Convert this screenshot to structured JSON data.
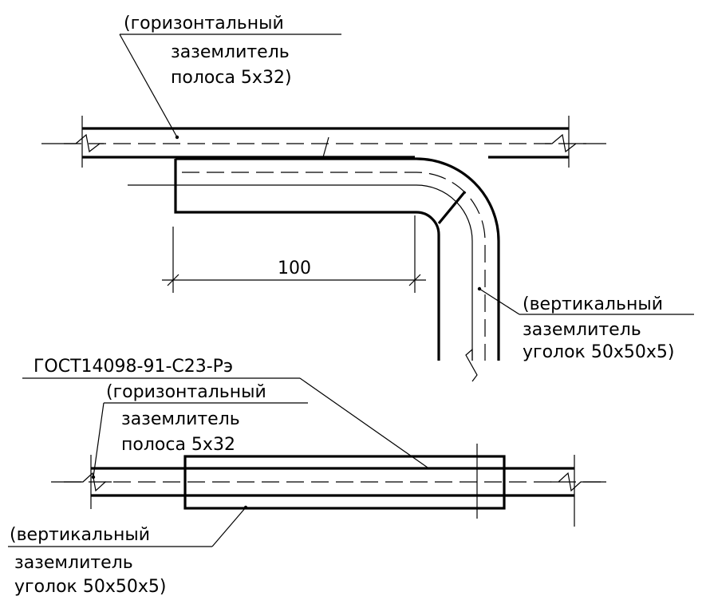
{
  "drawing": {
    "top_view": {
      "strip_note": {
        "line1": "(горизонтальный",
        "line2": "заземлитель",
        "line3": "полоса 5x32)"
      },
      "angle_note": {
        "line1": "(вертикальный",
        "line2": "заземлитель",
        "line3": "уголок 50x50x5)"
      },
      "dimension": "100"
    },
    "bottom_view": {
      "standard": "ГОСТ14098-91-С23-Рэ",
      "strip_note": {
        "line1": "(горизонтальный",
        "line2": "заземлитель",
        "line3": "полоса 5x32"
      },
      "angle_note": {
        "line1": "(вертикальный",
        "line2": "заземлитель",
        "line3": "уголок 50x50x5)"
      }
    }
  }
}
